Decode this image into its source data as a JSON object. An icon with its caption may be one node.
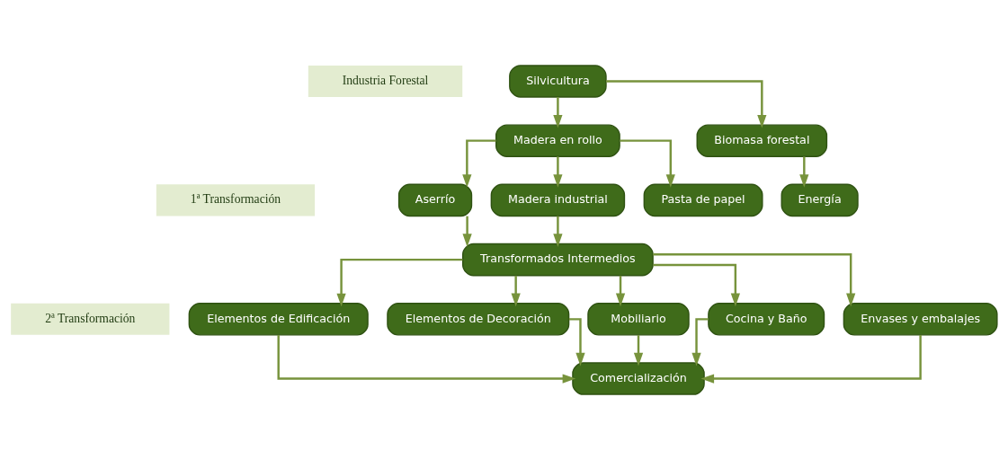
{
  "diagram": {
    "nodes": [
      {
        "text": [
          "Silvicultura"
        ]
      },
      {
        "text": [
          "Biomasa forestal"
        ]
      },
      {
        "text": [
          "Madera en rollo"
        ]
      },
      {
        "text": [
          "Energía"
        ]
      },
      {
        "text": [
          "Pasta de papel"
        ]
      },
      {
        "text": [
          "Aserrío"
        ]
      },
      {
        "text": [
          "Madera industrial"
        ]
      },
      {
        "text": [
          "Transformados Intermedios"
        ]
      },
      {
        "text": [
          "Envases y embalajes"
        ]
      },
      {
        "text": [
          "Elementos de Edificación"
        ]
      },
      {
        "text": [
          "Elementos de Decoración"
        ]
      },
      {
        "text": [
          "Mobiliario"
        ]
      },
      {
        "text": [
          "Cocina y Baño"
        ]
      },
      {
        "text": [
          "Comercialización"
        ]
      }
    ],
    "edges": [
      {
        "from": 0,
        "to": 1,
        "arrow": "to"
      },
      {
        "from": 0,
        "to": 2,
        "arrow": "to"
      },
      {
        "from": 1,
        "to": 3,
        "arrow": "to"
      },
      {
        "from": 2,
        "to": 4,
        "arrow": "to"
      },
      {
        "from": 2,
        "to": 5,
        "arrow": "to"
      },
      {
        "from": 2,
        "to": 6,
        "arrow": "to"
      },
      {
        "from": 5,
        "to": 7,
        "arrow": "to"
      },
      {
        "from": 6,
        "to": 7,
        "arrow": "to"
      },
      {
        "from": 7,
        "to": 8,
        "arrow": "to"
      },
      {
        "from": 7,
        "to": 9,
        "arrow": "to"
      },
      {
        "from": 7,
        "to": 10,
        "arrow": "to"
      },
      {
        "from": 7,
        "to": 11,
        "arrow": "to"
      },
      {
        "from": 7,
        "to": 12,
        "arrow": "to"
      },
      {
        "from": 8,
        "to": 13,
        "arrow": "to"
      },
      {
        "from": 9,
        "to": 13,
        "arrow": "to"
      },
      {
        "from": 10,
        "to": 13,
        "arrow": "to"
      },
      {
        "from": 11,
        "to": 13,
        "arrow": "to"
      },
      {
        "from": 12,
        "to": 13,
        "arrow": "to"
      }
    ],
    "labels": [
      "Industria Forestal",
      "1ª Transformación",
      "2ª Transformación"
    ]
  }
}
